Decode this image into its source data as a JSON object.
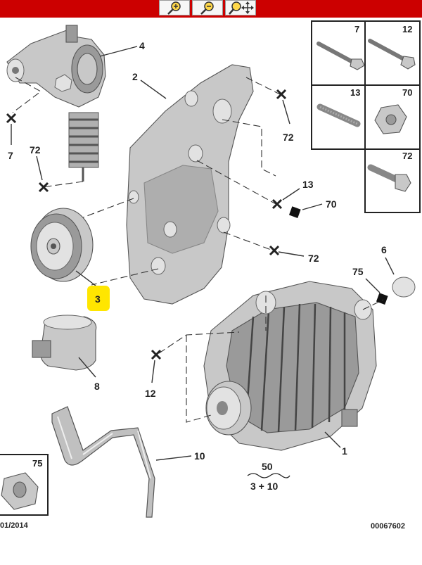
{
  "toolbar": {
    "background": "#cc0000",
    "buttons": [
      {
        "name": "zoom-in-button",
        "icon": "zoom-in-icon"
      },
      {
        "name": "zoom-out-button",
        "icon": "zoom-out-icon"
      },
      {
        "name": "zoom-fit-button",
        "icon": "zoom-move-icon"
      }
    ]
  },
  "diagram": {
    "highlight_color": "#ffe600",
    "callouts": {
      "c4": "4",
      "c2": "2",
      "c72a": "72",
      "c7": "7",
      "c72b": "72",
      "c13": "13",
      "c70": "70",
      "c72c": "72",
      "c3": "3",
      "c6": "6",
      "c75": "75",
      "c8": "8",
      "c12": "12",
      "c10": "10",
      "c1": "1"
    },
    "fasteners": {
      "f7": "7",
      "f12": "12",
      "f13": "13",
      "f70": "70",
      "f72": "72"
    },
    "kit": {
      "top": "50",
      "bottom": "3 + 10"
    },
    "nut_box_label": "75",
    "date": "01/2014",
    "ref_number": "00067602"
  }
}
